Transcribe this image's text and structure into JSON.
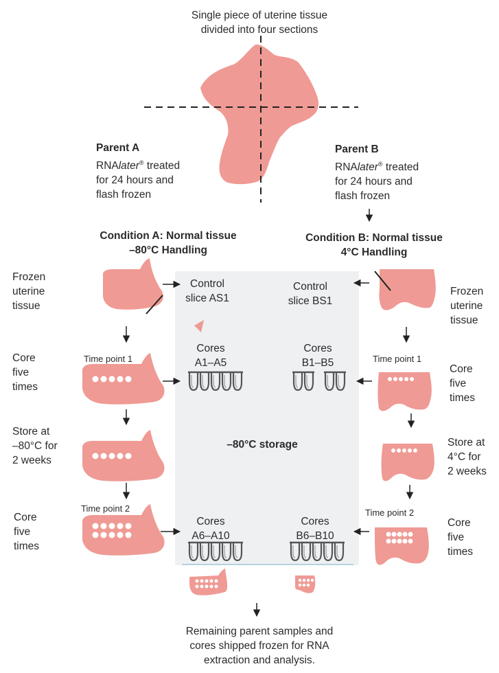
{
  "top": {
    "title": "Single piece of uterine tissue\ndivided into four sections"
  },
  "parent_a": {
    "heading": "Parent A",
    "desc": "RNAlater® treated\nfor 24 hours and\nflash frozen"
  },
  "parent_b": {
    "heading": "Parent B",
    "desc": "RNAlater® treated\nfor 24 hours and\nflash frozen"
  },
  "condition_a": {
    "title": "Condition A: Normal tissue\n–80°C Handling",
    "frozen_label": "Frozen\nuterine\ntissue",
    "control_label": "Control\nslice AS1",
    "time1": "Time point 1",
    "core1_label": "Core\nfive\ntimes",
    "cores1_label": "Cores\nA1–A5",
    "store_label": "Store at\n–80°C for\n2 weeks",
    "time2": "Time point 2",
    "core2_label": "Core\nfive\ntimes",
    "cores2_label": "Cores\nA6–A10"
  },
  "condition_b": {
    "title": "Condition B: Normal tissue\n4°C Handling",
    "frozen_label": "Frozen\nuterine\ntissue",
    "control_label": "Control\nslice BS1",
    "time1": "Time point 1",
    "core1_label": "Core\nfive\ntimes",
    "cores1_label": "Cores\nB1–B5",
    "store_label": "Store at\n4°C for\n2 weeks",
    "time2": "Time point 2",
    "core2_label": "Core\nfive\ntimes",
    "cores2_label": "Cores\nB6–B10"
  },
  "storage_label": "–80°C storage",
  "bottom_text": "Remaining parent samples and\ncores shipped frozen for RNA\nextraction and analysis.",
  "colors": {
    "tissue": "#ef9a94",
    "storage_bg": "#eef0f2",
    "tube": "#555555",
    "line": "#222222"
  }
}
